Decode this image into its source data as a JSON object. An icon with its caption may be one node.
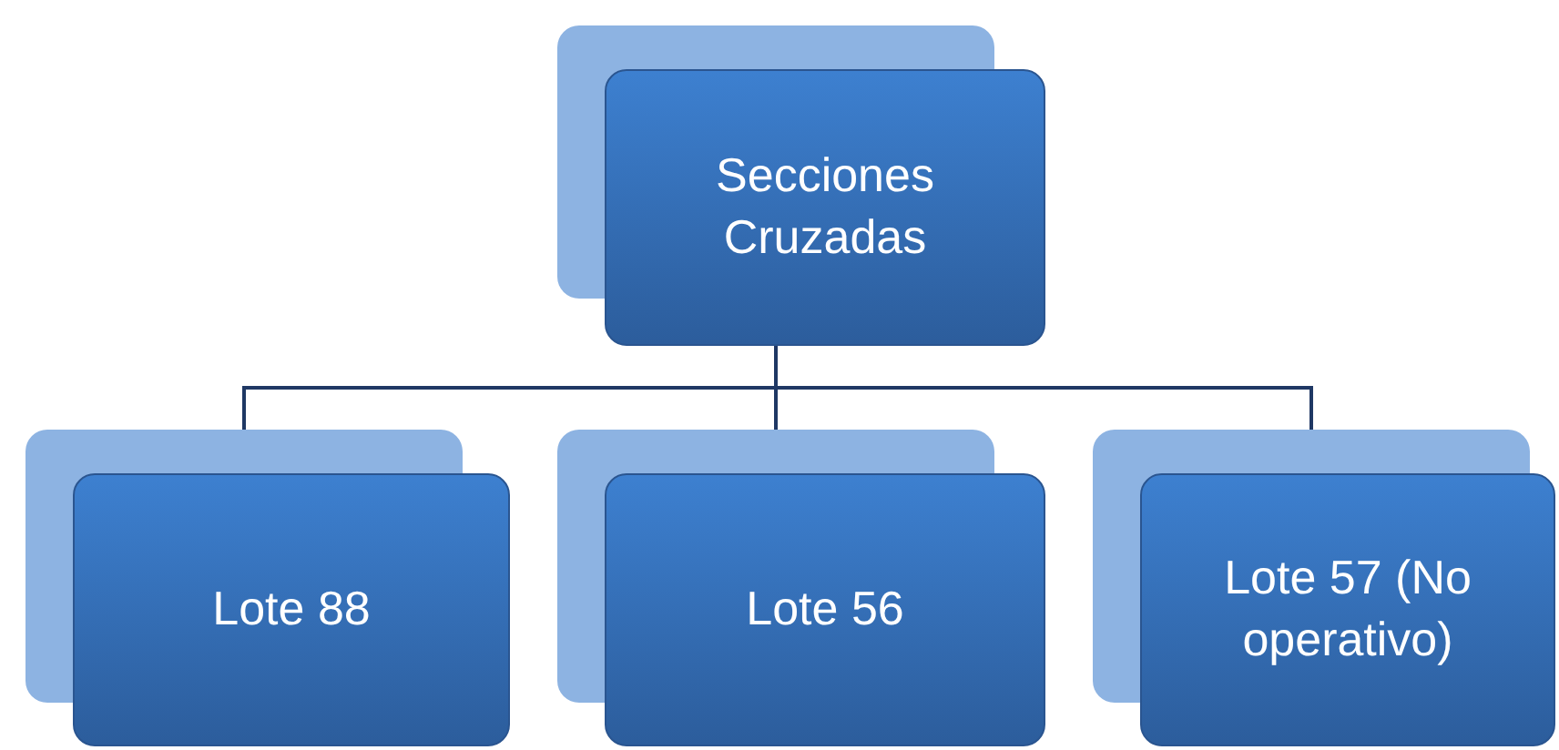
{
  "diagram": {
    "nodes": [
      {
        "text": [
          "Secciones Cruzadas"
        ]
      },
      {
        "text": [
          "Lote 88"
        ]
      },
      {
        "text": [
          "Lote 56"
        ]
      },
      {
        "text": [
          "Lote 57 (No operativo)"
        ]
      }
    ],
    "edges": [
      {
        "from": 0,
        "to": 1,
        "arrow": "none"
      },
      {
        "from": 0,
        "to": 2,
        "arrow": "none"
      },
      {
        "from": 0,
        "to": 3,
        "arrow": "none"
      }
    ]
  }
}
